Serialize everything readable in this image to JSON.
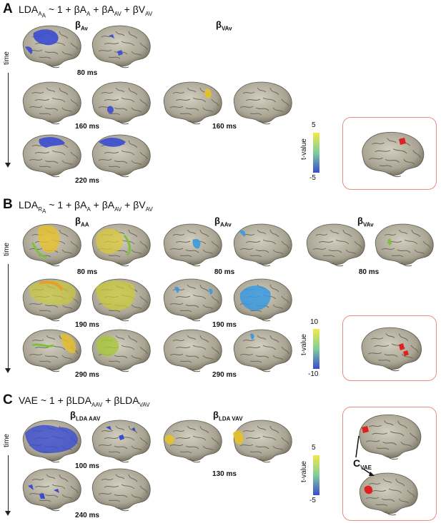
{
  "panels": {
    "A": {
      "label": "A",
      "formula": {
        "lhs": "LDA",
        "lhs_sub": "A",
        "lhs_subsub": "A",
        "rhs": "~ 1 + βA",
        "t1_sub": "A",
        "t2": " + βA",
        "t2_sub": "AV",
        "t3": " + βV",
        "t3_sub": "AV"
      },
      "betas": [
        {
          "b": "β",
          "sub": "Av"
        },
        {
          "b": "β",
          "sub": "VAv"
        }
      ],
      "time_label": "time",
      "times": [
        "80 ms",
        "160 ms",
        "160 ms",
        "220 ms"
      ],
      "colorbar": {
        "title": "t-value",
        "max": "5",
        "min": "-5"
      }
    },
    "B": {
      "label": "B",
      "formula": {
        "lhs": "LDA",
        "lhs_sub": "R",
        "lhs_subsub": "A",
        "rhs": "~ 1 + βA",
        "t1_sub": "A",
        "t2": " + βA",
        "t2_sub": "AV",
        "t3": " + βV",
        "t3_sub": "AV"
      },
      "betas": [
        {
          "b": "β",
          "sub": "AA"
        },
        {
          "b": "β",
          "sub": "AAv"
        },
        {
          "b": "β",
          "sub": "VAv"
        }
      ],
      "time_label": "time",
      "times": [
        "80 ms",
        "80 ms",
        "80 ms",
        "190 ms",
        "190 ms",
        "290 ms",
        "290 ms"
      ],
      "colorbar": {
        "title": "t-value",
        "max": "10",
        "min": "-10"
      }
    },
    "C": {
      "label": "C",
      "formula": {
        "lhs": "VAE ~ 1 + βLDA",
        "t1_sub": "AAV",
        "t2": " + βLDA",
        "t2_sub": "VAV"
      },
      "betas": [
        {
          "b": "β",
          "sub": "LDA AAV"
        },
        {
          "b": "β",
          "sub": "LDA VAV"
        }
      ],
      "time_label": "time",
      "times": [
        "100 ms",
        "130 ms",
        "240 ms"
      ],
      "colorbar": {
        "title": "t-value",
        "max": "5",
        "min": "-5"
      },
      "inset_label": "C",
      "inset_sub": "VAE"
    }
  },
  "colors": {
    "brain": "#a9a493",
    "blue": "#3a4bd0",
    "yellow": "#e6c12a",
    "green": "#7fbf3a",
    "red": "#e02020",
    "inset_border": "#e88a8a"
  }
}
